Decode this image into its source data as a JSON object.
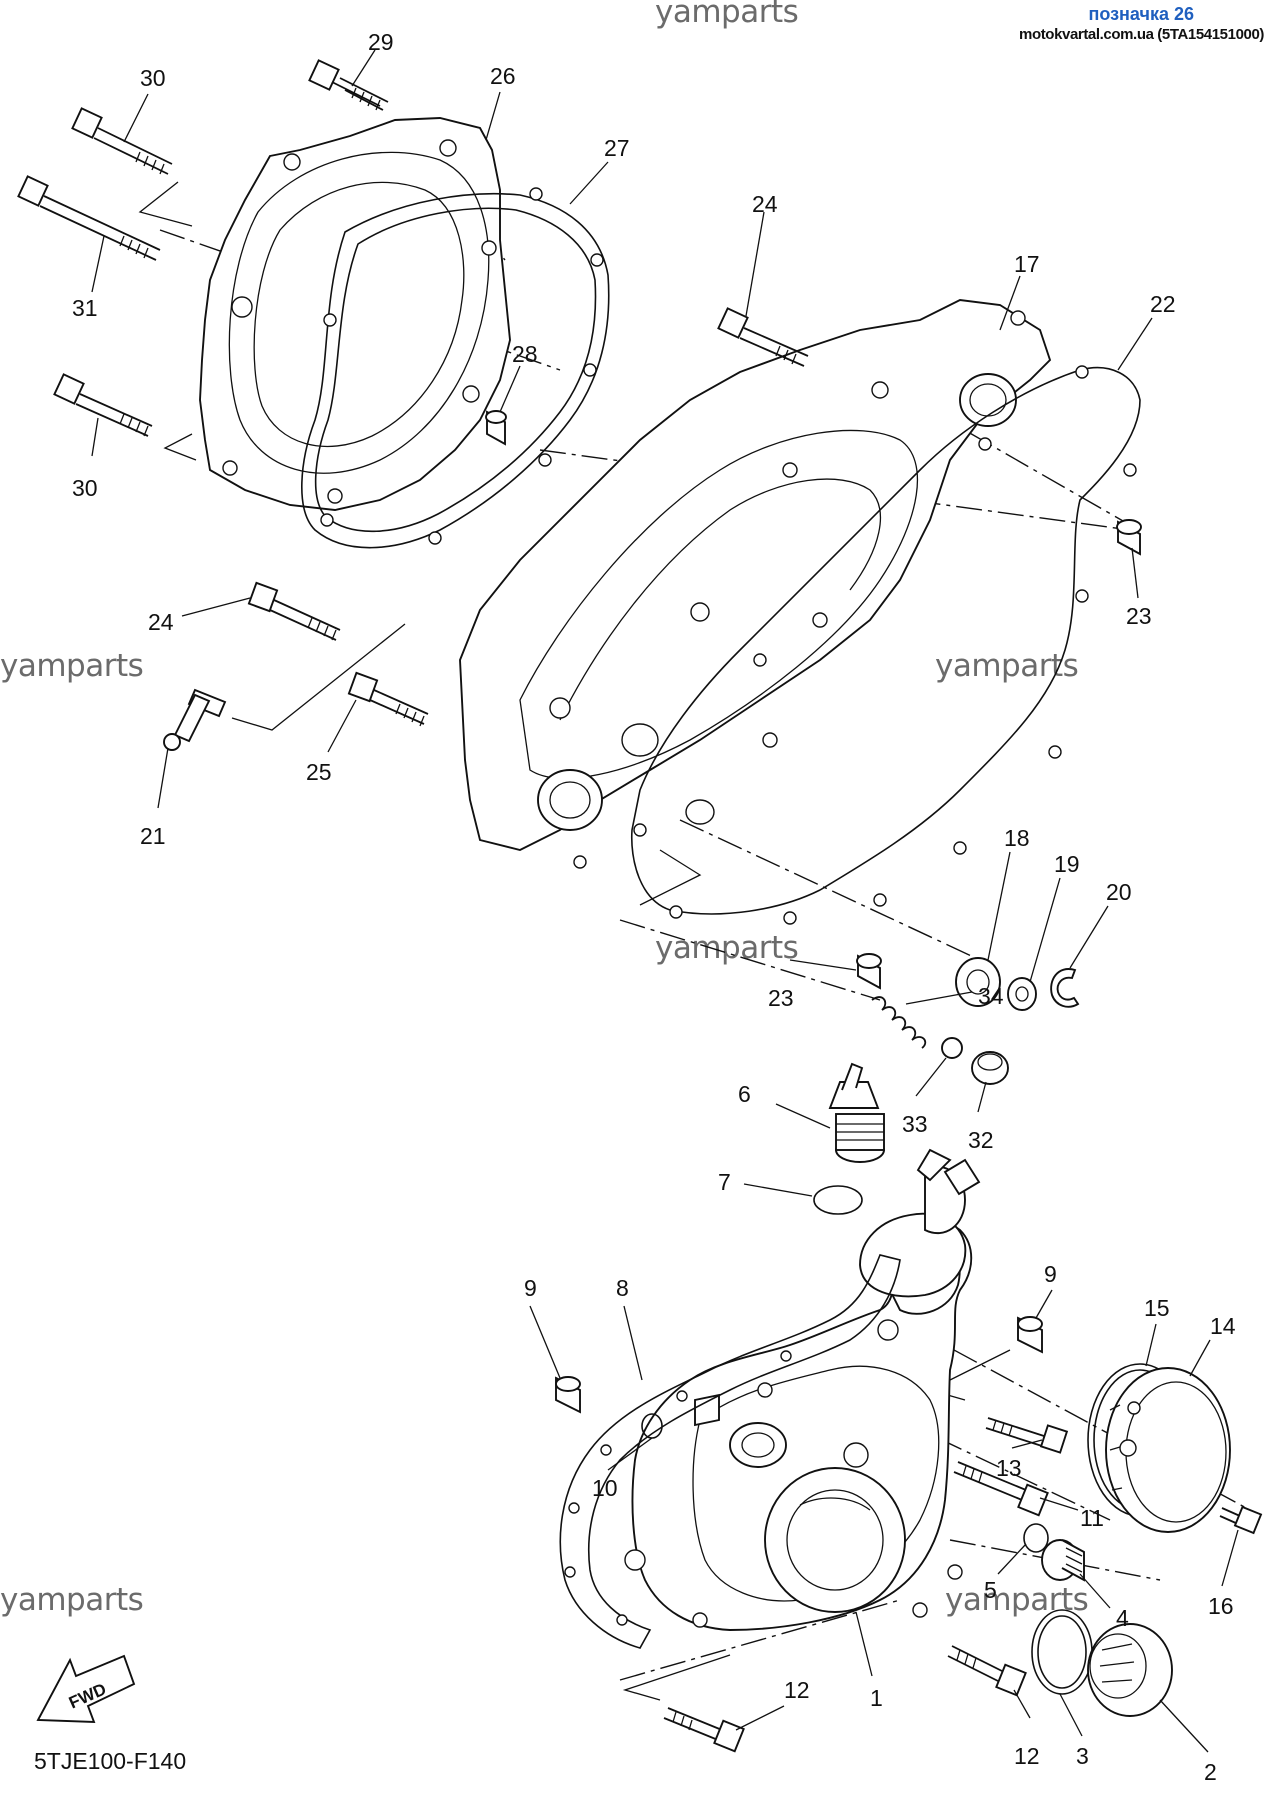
{
  "header": {
    "label": "позначка 26",
    "source": "motokvartal.com.ua (5TA154151000)"
  },
  "watermarks": [
    "yamparts",
    "yamparts",
    "yamparts",
    "yamparts",
    "yamparts",
    "yamparts"
  ],
  "diagram_code": "5TJE100-F140",
  "fwd_label": "FWD",
  "callouts": [
    "29",
    "30",
    "26",
    "27",
    "31",
    "30",
    "24",
    "17",
    "22",
    "28",
    "23",
    "24",
    "21",
    "25",
    "18",
    "19",
    "20",
    "23",
    "34",
    "6",
    "33",
    "32",
    "7",
    "9",
    "8",
    "9",
    "15",
    "14",
    "10",
    "13",
    "11",
    "5",
    "4",
    "16",
    "12",
    "1",
    "12",
    "3",
    "2"
  ]
}
